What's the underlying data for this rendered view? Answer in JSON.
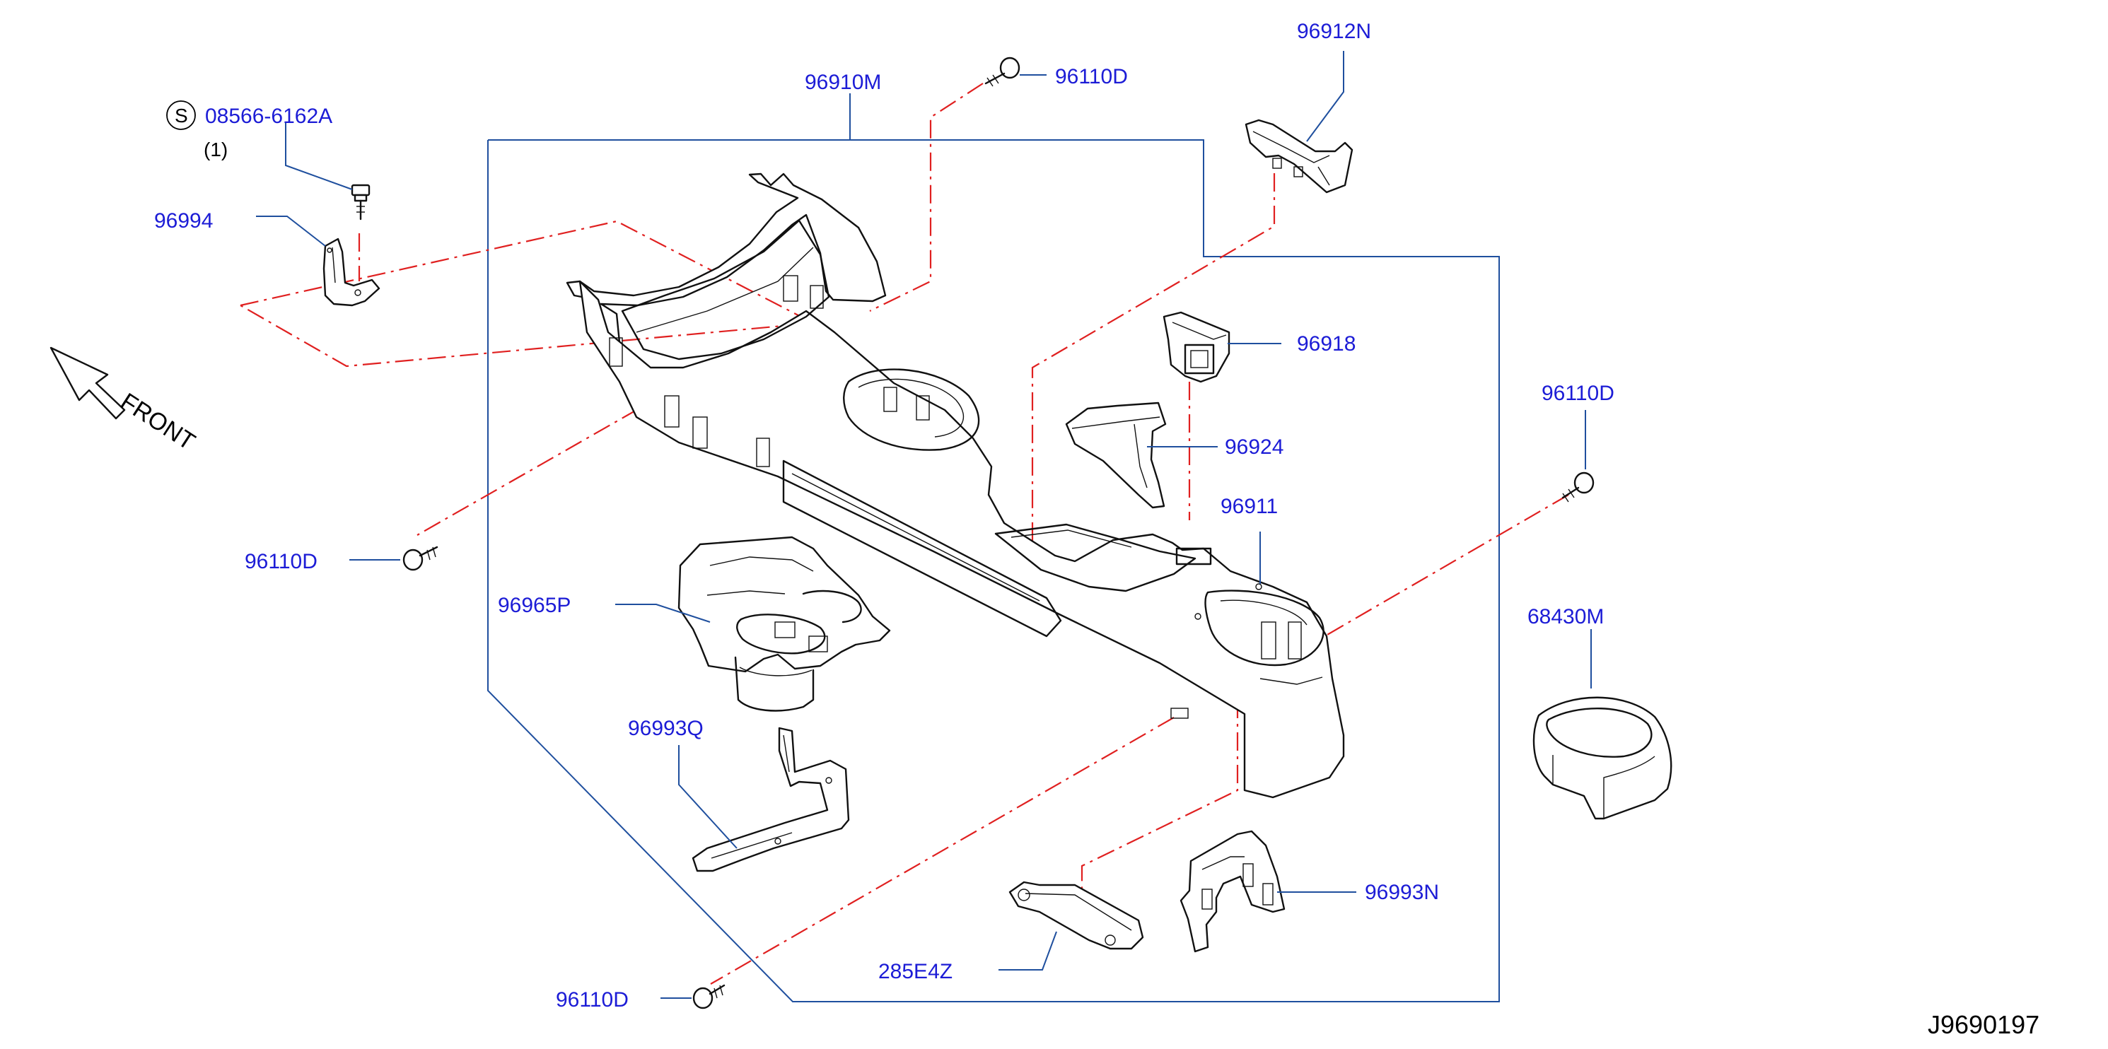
{
  "diagram_code": "J9690197",
  "direction_label": "FRONT",
  "symbol_s": "S",
  "quantity_note": "(1)",
  "parts": {
    "screw_08566": "08566-6162A",
    "console_96910M": "96910M",
    "clip_top_96110D": "96110D",
    "lid_96912N": "96912N",
    "bracket_96994": "96994",
    "holder_96918": "96918",
    "pocket_96924": "96924",
    "clip_right_96110D": "96110D",
    "clip_left_96110D": "96110D",
    "finisher_96911": "96911",
    "cup_holder_96965P": "96965P",
    "ring_68430M": "68430M",
    "bracket_96993Q": "96993Q",
    "bracket_96993N": "96993N",
    "module_285E4Z": "285E4Z",
    "clip_bottom_96110D": "96110D"
  },
  "colors": {
    "label": "#1c1cd6",
    "leader": "#1f4f9e",
    "dashed_line": "#e02020",
    "part_outline": "#111111"
  }
}
